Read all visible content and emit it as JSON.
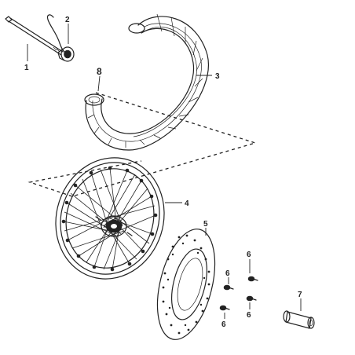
{
  "callouts": {
    "c1": "1",
    "c2": "2",
    "c3": "3",
    "c4": "4",
    "c5": "5",
    "c6a": "6",
    "c6b": "6",
    "c6c": "6",
    "c6d": "6",
    "c7": "7",
    "c8": "8"
  },
  "parts": [
    {
      "callout": "1",
      "icon": "axle-shaft-icon"
    },
    {
      "callout": "2",
      "icon": "speedometer-gear-icon"
    },
    {
      "callout": "3",
      "icon": "tire-icon"
    },
    {
      "callout": "4",
      "icon": "spoked-wheel-icon"
    },
    {
      "callout": "5",
      "icon": "brake-disc-icon"
    },
    {
      "callout": "6",
      "icon": "bolt-icon"
    },
    {
      "callout": "7",
      "icon": "spacer-sleeve-icon"
    },
    {
      "callout": "8",
      "icon": "inner-tube-icon"
    }
  ]
}
